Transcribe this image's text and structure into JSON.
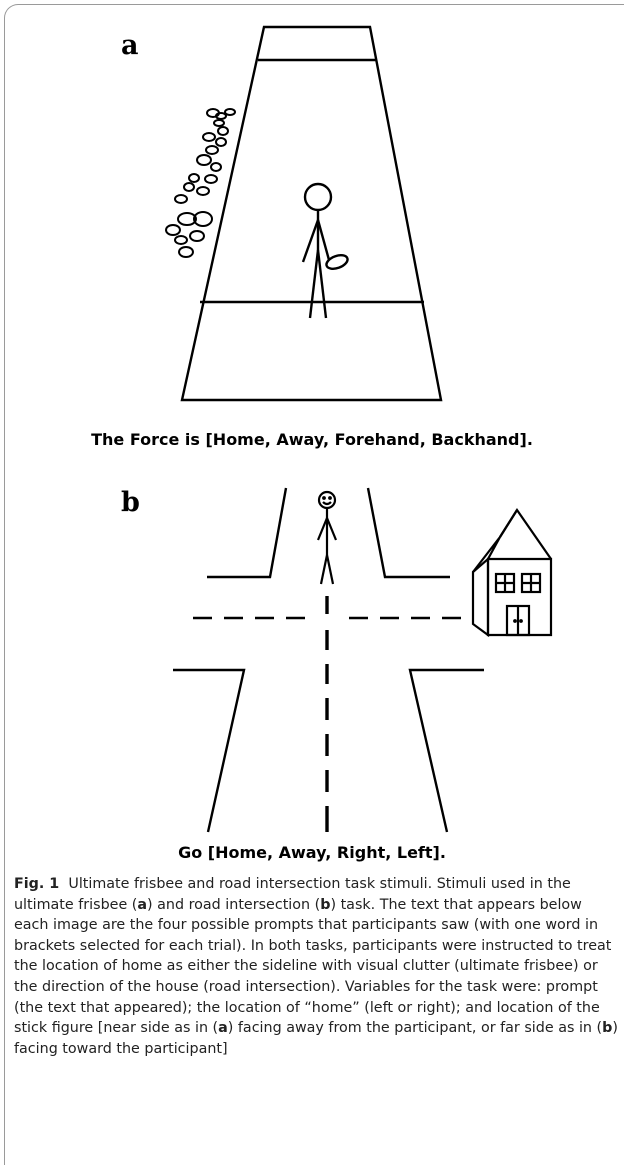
{
  "panel_a": {
    "letter": "a",
    "prompt": "The Force is [Home, Away, Forehand, Backhand]."
  },
  "panel_b": {
    "letter": "b",
    "prompt": "Go [Home, Away, Right, Left]."
  },
  "caption": {
    "label": "Fig. 1",
    "title": "Ultimate frisbee and road intersection task stimuli.",
    "t1": " Stimuli used in the ultimate frisbee (",
    "a1": "a",
    "t2": ") and road intersection (",
    "b1": "b",
    "t3": ") task. The text that appears below each image are the four possible prompts that participants saw (with one word in brackets selected for each trial). In both tasks, participants were instructed to treat the location of home as either the sideline with visual clutter (ultimate frisbee) or the direction of the house (road intersection). Variables for the task were: prompt (the text that appeared); the location of “home” (left or right); and location of the stick figure [near side as in (",
    "a2": "a",
    "t4": ") facing away from the participant, or far side as in (",
    "b2": "b",
    "t5": ") facing toward the participant]"
  }
}
